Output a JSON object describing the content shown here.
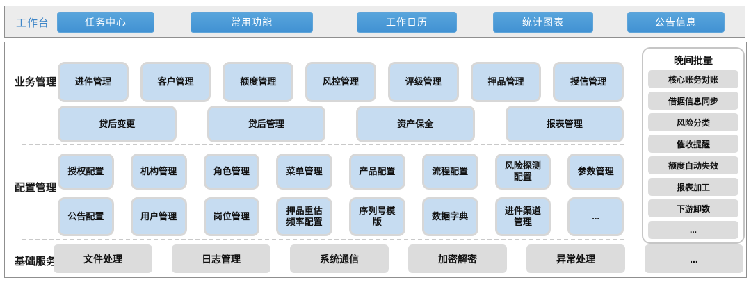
{
  "topbar": {
    "label": "工作台",
    "buttons": [
      "任务中心",
      "常用功能",
      "工作日历",
      "统计图表",
      "公告信息"
    ]
  },
  "sections": {
    "business": {
      "label": "业务管理",
      "row1": [
        "进件管理",
        "客户管理",
        "额度管理",
        "风控管理",
        "评级管理",
        "押品管理",
        "授信管理"
      ],
      "row2": [
        "贷后变更",
        "贷后管理",
        "资产保全",
        "报表管理"
      ]
    },
    "config": {
      "label": "配置管理",
      "row1": [
        "授权配置",
        "机构管理",
        "角色管理",
        "菜单管理",
        "产品配置",
        "流程配置",
        "风险探测配置",
        "参数管理"
      ],
      "row2": [
        "公告配置",
        "用户管理",
        "岗位管理",
        "押品重估频率配置",
        "序列号模版",
        "数据字典",
        "进件渠道管理",
        "..."
      ]
    },
    "base": {
      "label": "基础服务",
      "items": [
        "文件处理",
        "日志管理",
        "系统通信",
        "加密解密",
        "异常处理",
        "..."
      ]
    }
  },
  "night_batch": {
    "title": "晚间批量",
    "items": [
      "核心账务对账",
      "借据信息同步",
      "风险分类",
      "催收提醒",
      "额度自动失效",
      "报表加工",
      "下游卸数",
      "..."
    ]
  },
  "colors": {
    "top_button_blue": "#4a9bd8",
    "module_blue": "#c6dcf1",
    "module_gray": "#dcdcdc",
    "workbench_label_blue": "#3e86c8"
  }
}
